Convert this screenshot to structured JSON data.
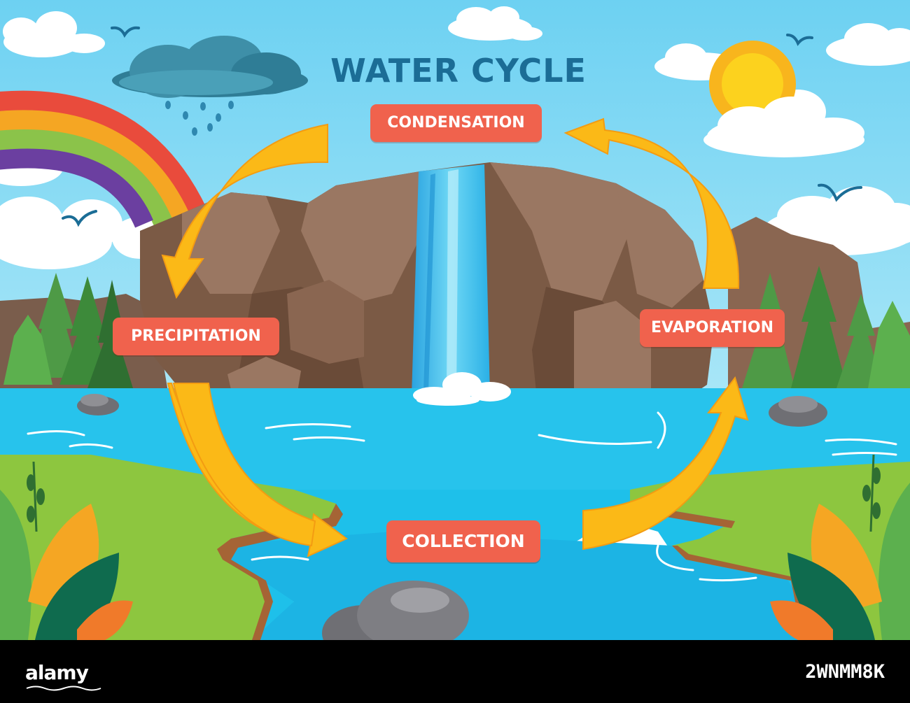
{
  "diagram": {
    "title": "WATER CYCLE",
    "stages": {
      "condensation": "CONDENSATION",
      "precipitation": "PRECIPITATION",
      "evaporation": "EVAPORATION",
      "collection": "COLLECTION"
    },
    "cycle_order": [
      "CONDENSATION",
      "PRECIPITATION",
      "COLLECTION",
      "EVAPORATION"
    ],
    "icons": [
      "sun-icon",
      "rain-cloud-icon",
      "rainbow-icon",
      "bird-icon",
      "waterfall-icon",
      "cycle-arrow-icon",
      "rock-icon",
      "tree-icon",
      "leaf-icon"
    ]
  },
  "watermark": {
    "brand": "alamy",
    "image_id": "2WNMM8K"
  },
  "colors": {
    "sky": "#6cd3f2",
    "water": "#1ec0ea",
    "grass": "#8dc63f",
    "rock": "#8a6651",
    "arrow": "#fbb917",
    "label_bg": "#f0624d",
    "title": "#1b6d96",
    "footer": "#000000"
  }
}
